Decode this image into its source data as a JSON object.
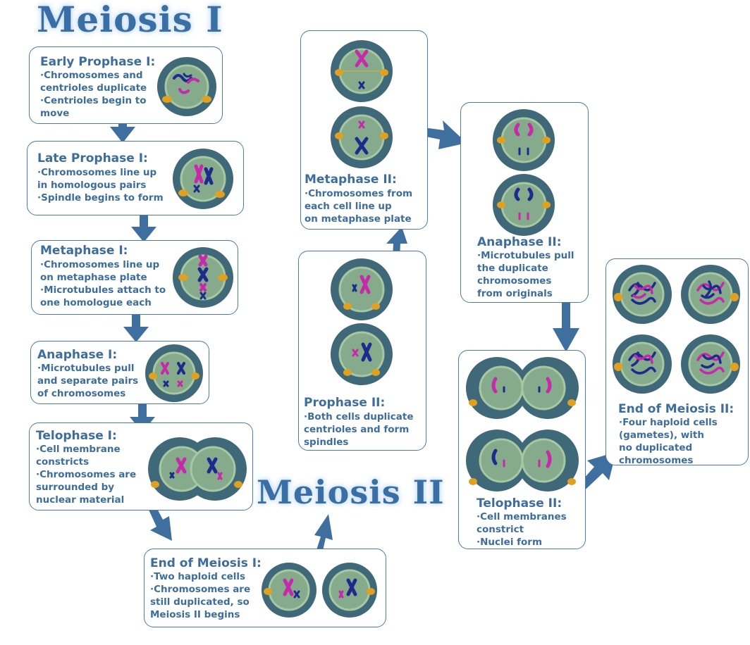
{
  "titles": {
    "meiosis1": "Meiosis I",
    "meiosis2": "Meiosis II"
  },
  "stages": {
    "early_prophase_1": {
      "title": "Early Prophase I:",
      "lines": [
        "·Chromosomes and",
        "centrioles duplicate",
        "·Centrioles begin to",
        "move"
      ]
    },
    "late_prophase_1": {
      "title": "Late Prophase I:",
      "lines": [
        "·Chromosomes line up",
        "in homologous pairs",
        "·Spindle begins to form"
      ]
    },
    "metaphase_1": {
      "title": "Metaphase I:",
      "lines": [
        "·Chromosomes line up",
        "on metaphase plate",
        "·Microtubules attach to",
        "one homologue each"
      ]
    },
    "anaphase_1": {
      "title": "Anaphase I:",
      "lines": [
        "·Microtubules pull",
        "and separate pairs",
        "of chromosomes"
      ]
    },
    "telophase_1": {
      "title": "Telophase I:",
      "lines": [
        "·Cell membrane",
        "constricts",
        "·Chromosomes are",
        "surrounded by",
        "nuclear material"
      ]
    },
    "end_meiosis_1": {
      "title": "End of Meiosis I:",
      "lines": [
        "·Two haploid cells",
        "·Chromosomes are",
        "still duplicated, so",
        "Meiosis II begins"
      ]
    },
    "prophase_2": {
      "title": "Prophase II:",
      "lines": [
        "·Both cells duplicate",
        "centrioles and form",
        "spindles"
      ]
    },
    "metaphase_2": {
      "title": "Metaphase II:",
      "lines": [
        "·Chromosomes from",
        "each cell line up",
        "on metaphase plate"
      ]
    },
    "anaphase_2": {
      "title": "Anaphase II:",
      "lines": [
        "·Microtubules pull",
        "the duplicate",
        "chromosomes",
        "from originals"
      ]
    },
    "telophase_2": {
      "title": "Telophase II:",
      "lines": [
        "·Cell membranes",
        "constrict",
        "·Nuclei form"
      ]
    },
    "end_meiosis_2": {
      "title": "End of Meiosis II:",
      "lines": [
        "·Four haploid cells",
        "(gametes), with",
        "no duplicated",
        "chromosomes"
      ]
    }
  },
  "colors": {
    "title": "#3a6fa5",
    "text": "#3d6d9c",
    "border": "#4a7aa8",
    "arrow": "#3e6f9e",
    "cell_outer": "#3f6878",
    "cell_inner": "#86ab8c",
    "centriole": "#e0a020",
    "chromosome_magenta": "#c62aa8",
    "chromosome_blue": "#1e2a8c"
  }
}
